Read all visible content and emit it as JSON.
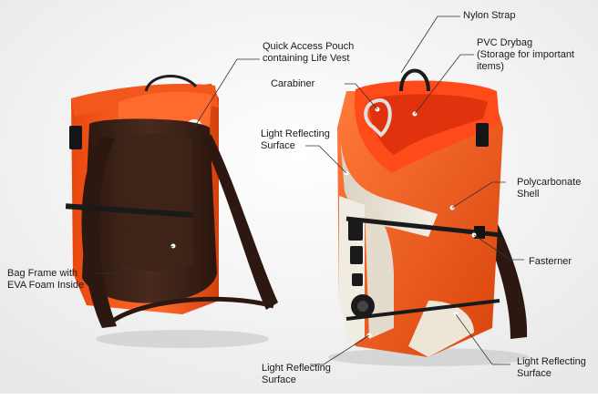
{
  "labels": {
    "nylon_strap": [
      "Nylon Strap"
    ],
    "pvc_drybag": [
      "PVC Drybag",
      "(Storage for important",
      "items)"
    ],
    "quick_access": [
      "Quick Access Pouch",
      "containing Life Vest"
    ],
    "carabiner": [
      "Carabiner"
    ],
    "light_reflecting_upper": [
      "Light Reflecting",
      "Surface"
    ],
    "polycarbonate": [
      "Polycarbonate",
      "Shell"
    ],
    "bag_frame": [
      "Bag Frame with",
      "EVA Foam Inside"
    ],
    "fasterner": [
      "Fasterner"
    ],
    "light_reflecting_bottom_left": [
      "Light Reflecting",
      "Surface"
    ],
    "light_reflecting_bottom_right": [
      "Light Reflecting",
      "Surface"
    ]
  },
  "colors": {
    "shell_orange": "#f0541a",
    "shell_dark_orange": "#c23c0c",
    "frame_brown": "#3a2118",
    "reflective_white": "#e8e2d4",
    "leader_line": "#333333"
  }
}
